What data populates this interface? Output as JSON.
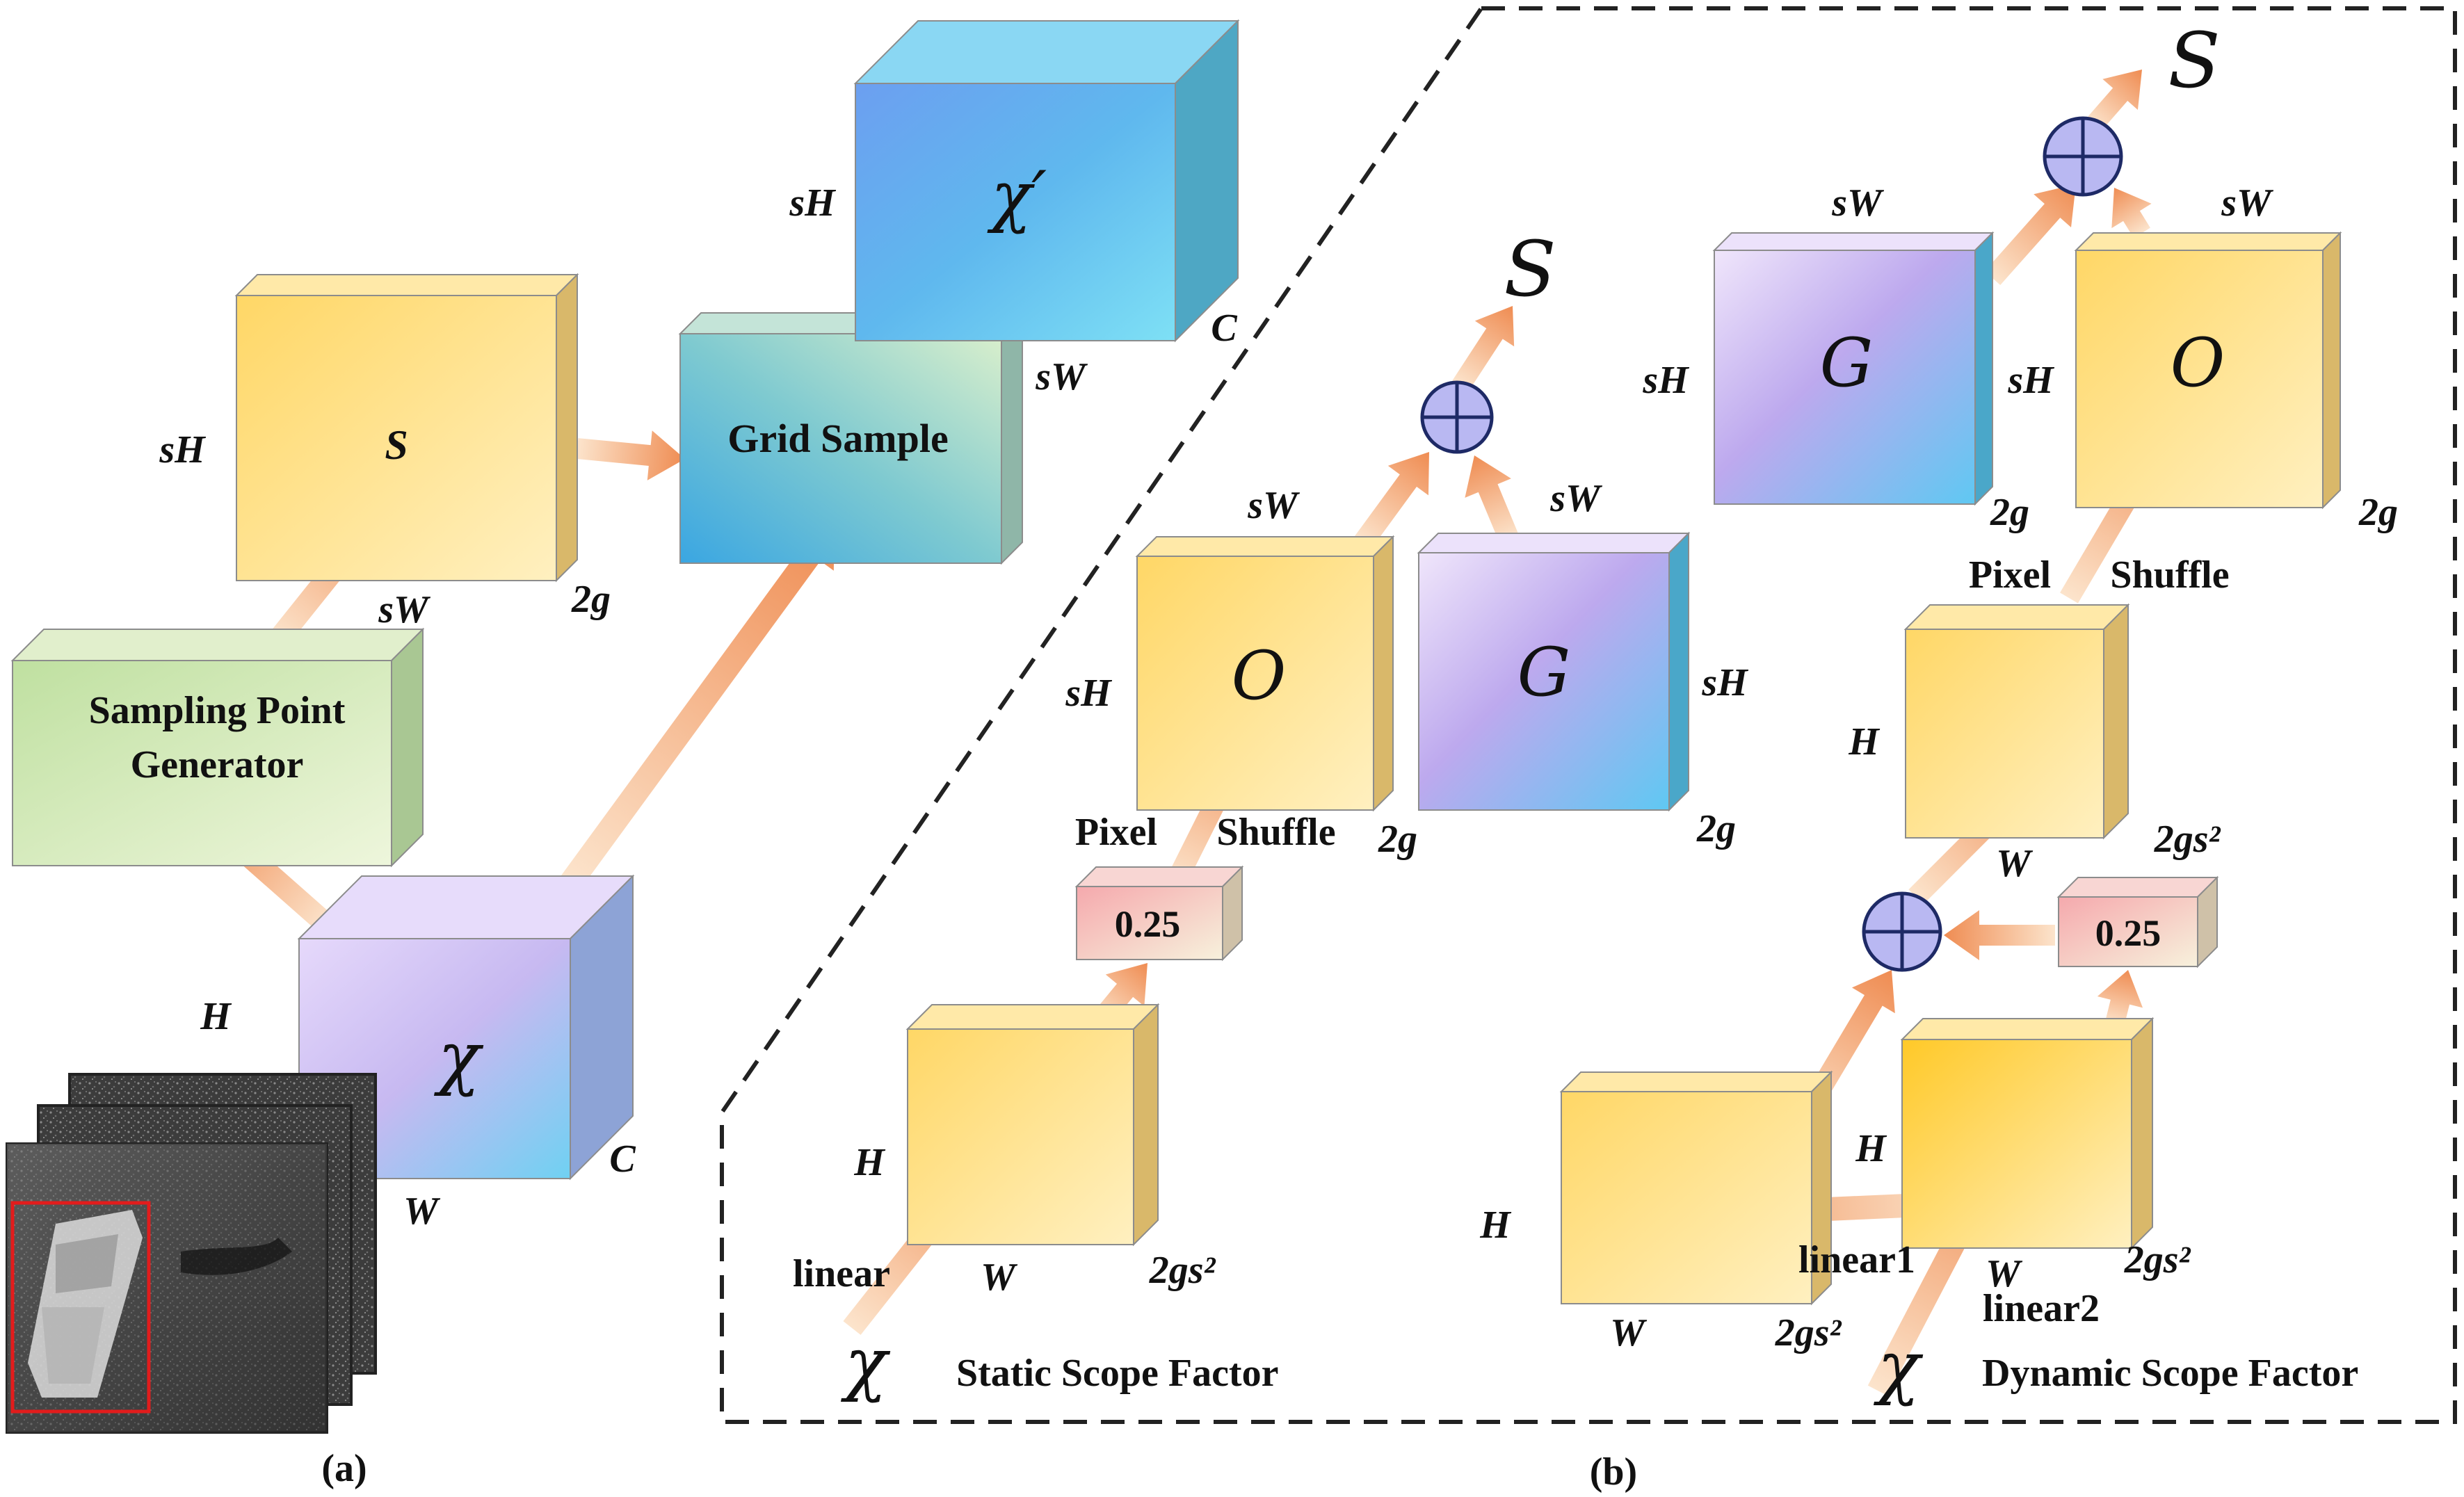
{
  "colors": {
    "yellow_front": "#ffd766",
    "yellow_light": "#fff0c0",
    "purple_front": "#c9b8f2",
    "cyan_front": "#4fc3f0",
    "green_front": "#cfe6b0",
    "teal_front": "#8fd0cc",
    "pink_front": "#f4b8b8",
    "arrow_dark": "#ef8c52",
    "arrow_light": "#fce4cc",
    "plus_circle": "#b9b8f2"
  },
  "panel_a": {
    "caption": "(a)",
    "sampling_generator_line1": "Sampling Point",
    "sampling_generator_line2": "Generator",
    "grid_sample": "Grid Sample",
    "S_label": "S",
    "S_dim_h": "sH",
    "S_dim_w": "sW",
    "S_dim_c": "2g",
    "Xp_label": "χ′",
    "Xp_dim_h": "sH",
    "Xp_dim_w": "sW",
    "Xp_dim_c": "C",
    "X_label": "χ",
    "X_dim_h": "H",
    "X_dim_w": "W",
    "X_dim_c": "C"
  },
  "panel_b": {
    "caption": "(b)",
    "static": {
      "title": "Static Scope Factor",
      "input": "χ",
      "linear": "linear",
      "base_dim_h": "H",
      "base_dim_w": "W",
      "base_dim_c": "2gs²",
      "factor": "0.25",
      "pixel": "Pixel",
      "shuffle": "Shuffle",
      "O_label": "O",
      "O_dim_h": "sH",
      "O_dim_w": "sW",
      "O_dim_c": "2g",
      "G_label": "G",
      "G_dim_h": "sH",
      "G_dim_w": "sW",
      "G_dim_c": "2g",
      "output": "S"
    },
    "dynamic": {
      "title": "Dynamic Scope Factor",
      "input": "χ",
      "linear1": "linear1",
      "linear2": "linear2",
      "left_dim_h": "H",
      "left_dim_w": "W",
      "left_dim_c": "2gs²",
      "right_dim_h": "H",
      "right_dim_w": "W",
      "right_dim_c": "2gs²",
      "factor": "0.25",
      "mid_dim_h": "H",
      "mid_dim_w": "W",
      "mid_dim_c": "2gs²",
      "pixel": "Pixel",
      "shuffle": "Shuffle",
      "G_label": "G",
      "G_dim_h": "sH",
      "G_dim_w": "sW",
      "G_dim_c": "2g",
      "O_label": "O",
      "O_dim_h": "sH",
      "O_dim_w": "sW",
      "O_dim_c": "2g",
      "output": "S"
    }
  }
}
